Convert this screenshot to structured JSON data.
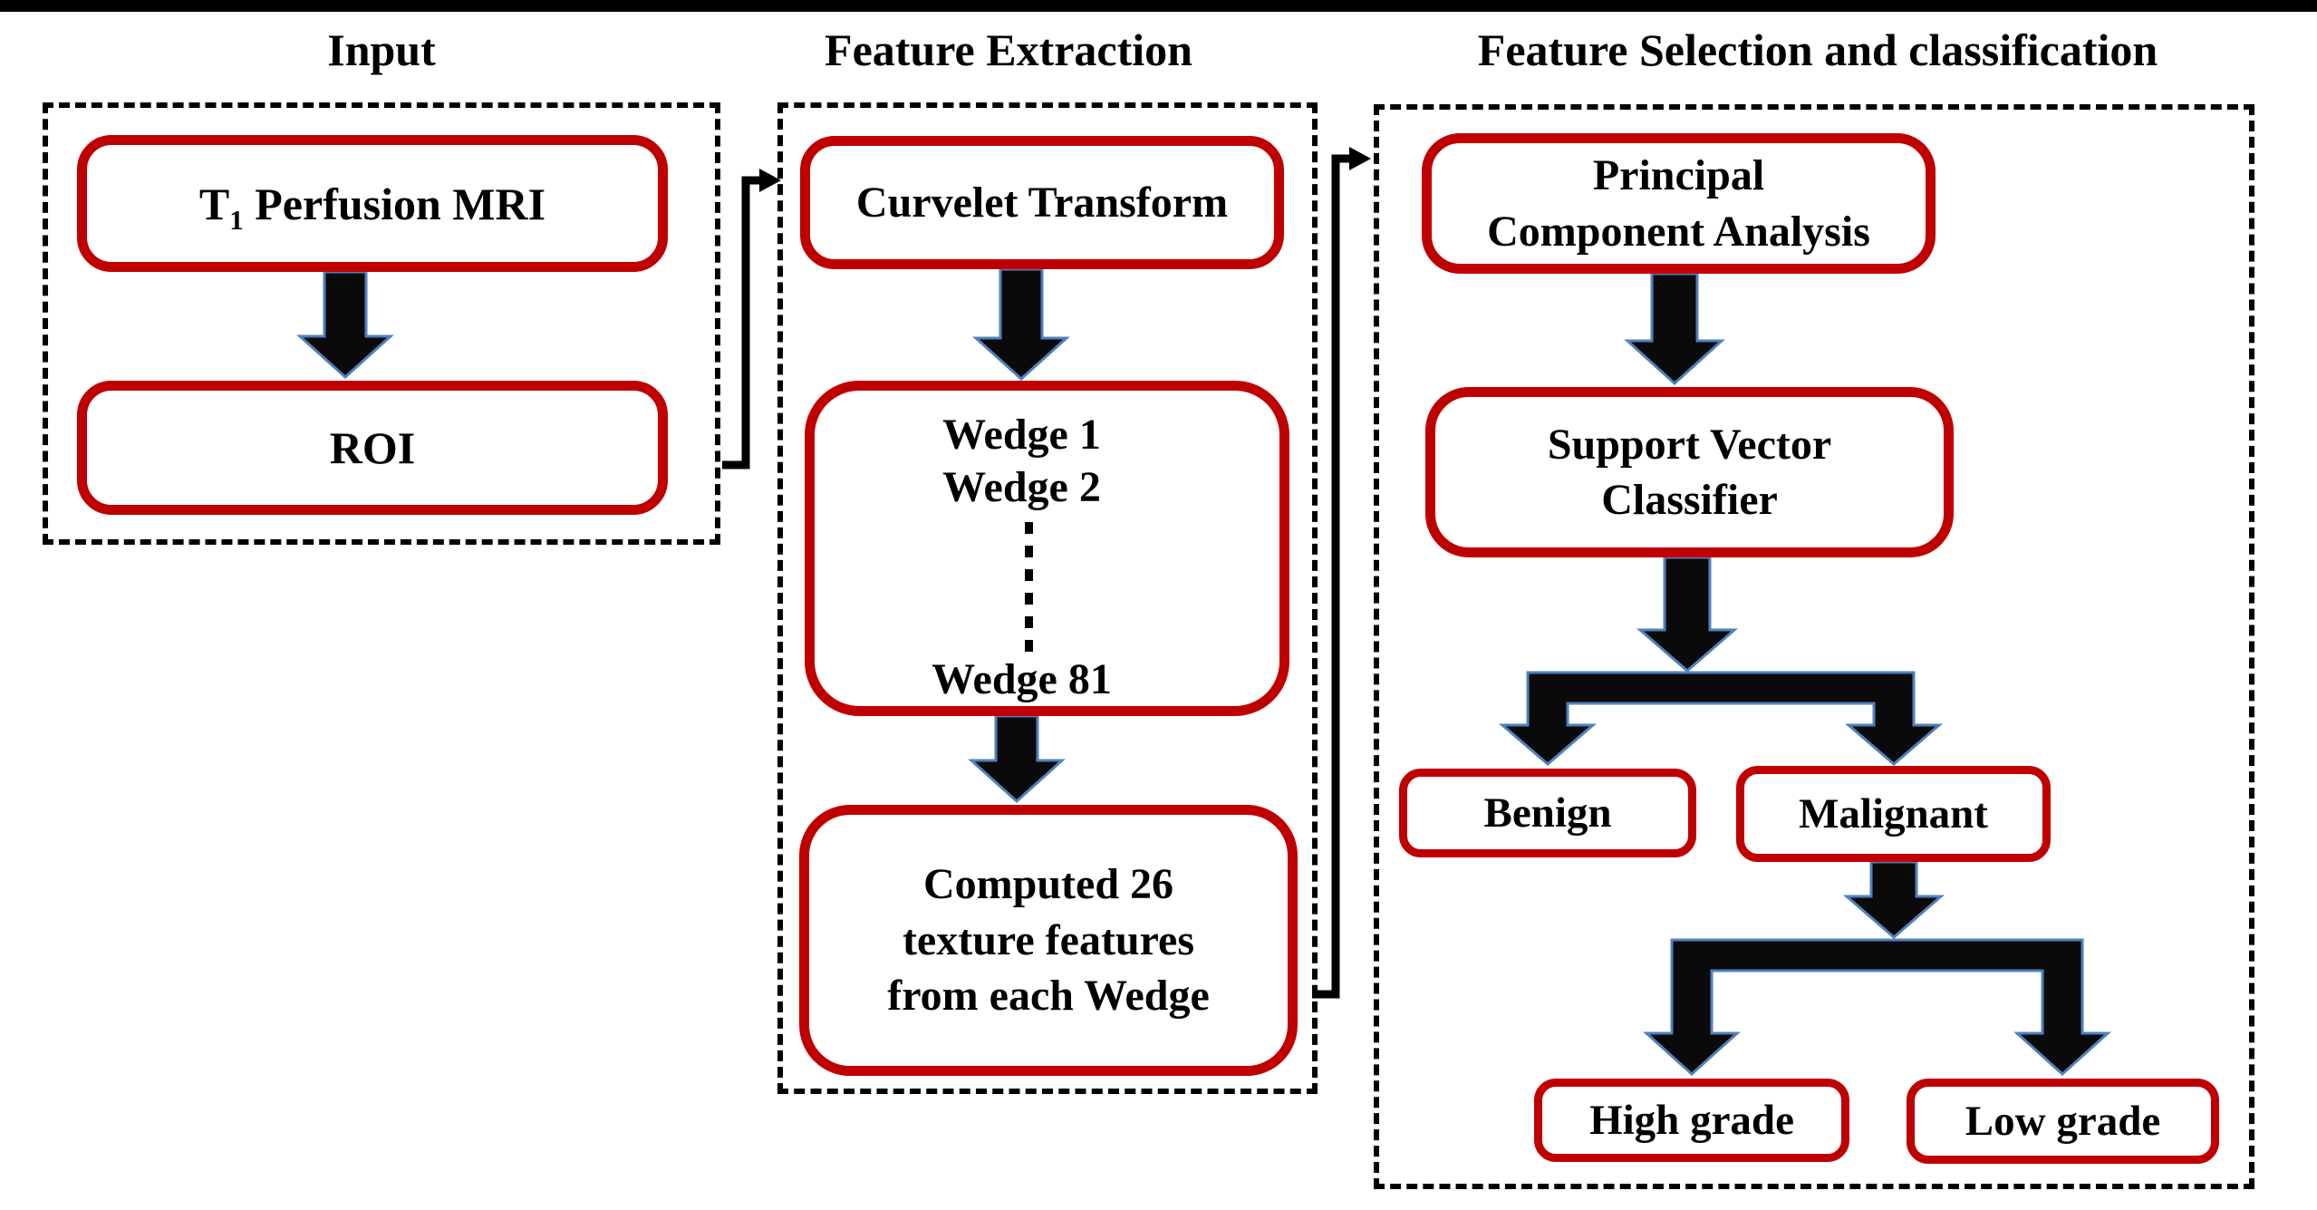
{
  "meta": {
    "description": "Flowchart of tumor grading pipeline from T1 perfusion MRI"
  },
  "colors": {
    "top_bar": "#000000",
    "box_border_red": "#c00000",
    "arrow_fill": "#0a0a0a",
    "arrow_outline": "#4f81bd",
    "connector_black": "#000000",
    "text": "#000000",
    "background": "#ffffff"
  },
  "sections": {
    "input": {
      "title": "Input"
    },
    "feature_extraction": {
      "title": "Feature Extraction"
    },
    "classification": {
      "title": "Feature Selection and classification"
    }
  },
  "nodes": {
    "t1": {
      "pre": "T",
      "sub": "1",
      "rest": " Perfusion MRI"
    },
    "roi": {
      "label": "ROI"
    },
    "curvelet": {
      "label": "Curvelet Transform"
    },
    "wedge": {
      "line1": "Wedge 1",
      "line2": "Wedge 2",
      "line3": "Wedge 81"
    },
    "computed": {
      "line1": "Computed 26",
      "line2": "texture features",
      "line3": "from each Wedge"
    },
    "pca": {
      "line1": "Principal",
      "line2": "Component Analysis"
    },
    "svc": {
      "line1": "Support Vector",
      "line2": "Classifier"
    },
    "benign": {
      "label": "Benign"
    },
    "malignant": {
      "label": "Malignant"
    },
    "high_grade": {
      "label": "High grade"
    },
    "low_grade": {
      "label": "Low grade"
    }
  }
}
